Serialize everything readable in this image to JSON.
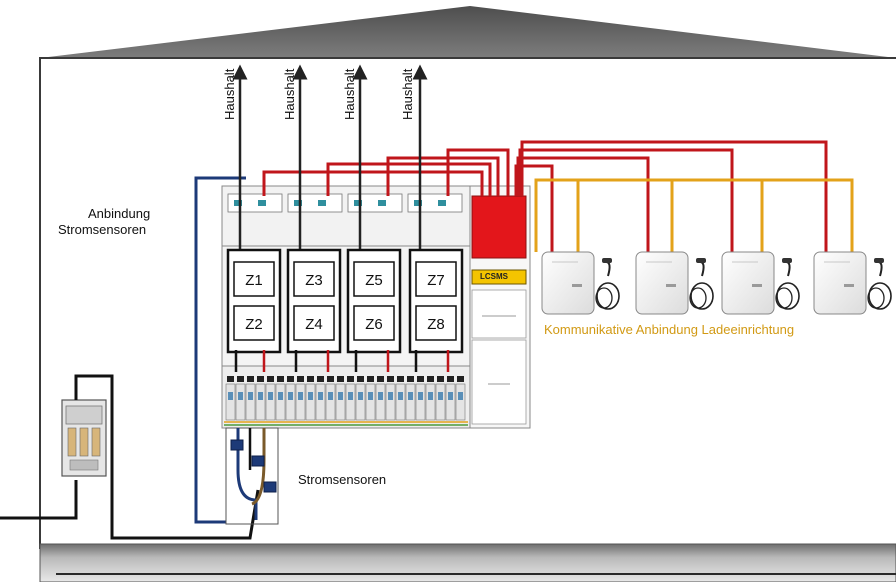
{
  "labels": {
    "haushalt": [
      "Haushalt",
      "Haushalt",
      "Haushalt",
      "Haushalt"
    ],
    "anbindung_line1": "Anbindung",
    "anbindung_line2": "Stromsensoren",
    "stromsensoren": "Stromsensoren",
    "kommunikative": "Kommunikative Anbindung Ladeeinrichtung",
    "lcsms": "LCSMS"
  },
  "meters": [
    {
      "top": "Z1",
      "bottom": "Z2"
    },
    {
      "top": "Z3",
      "bottom": "Z4"
    },
    {
      "top": "Z5",
      "bottom": "Z6"
    },
    {
      "top": "Z7",
      "bottom": "Z8"
    }
  ],
  "colors": {
    "power_line": "#c0161b",
    "comm_line": "#e3a21a",
    "sensor_line": "#1d3a78",
    "ground": "#8f8f8f",
    "roof": "#5f5f5f"
  },
  "icons": [
    "arrow-up-icon",
    "wallbox-icon",
    "cable-coil-icon",
    "fuse-box-icon"
  ]
}
